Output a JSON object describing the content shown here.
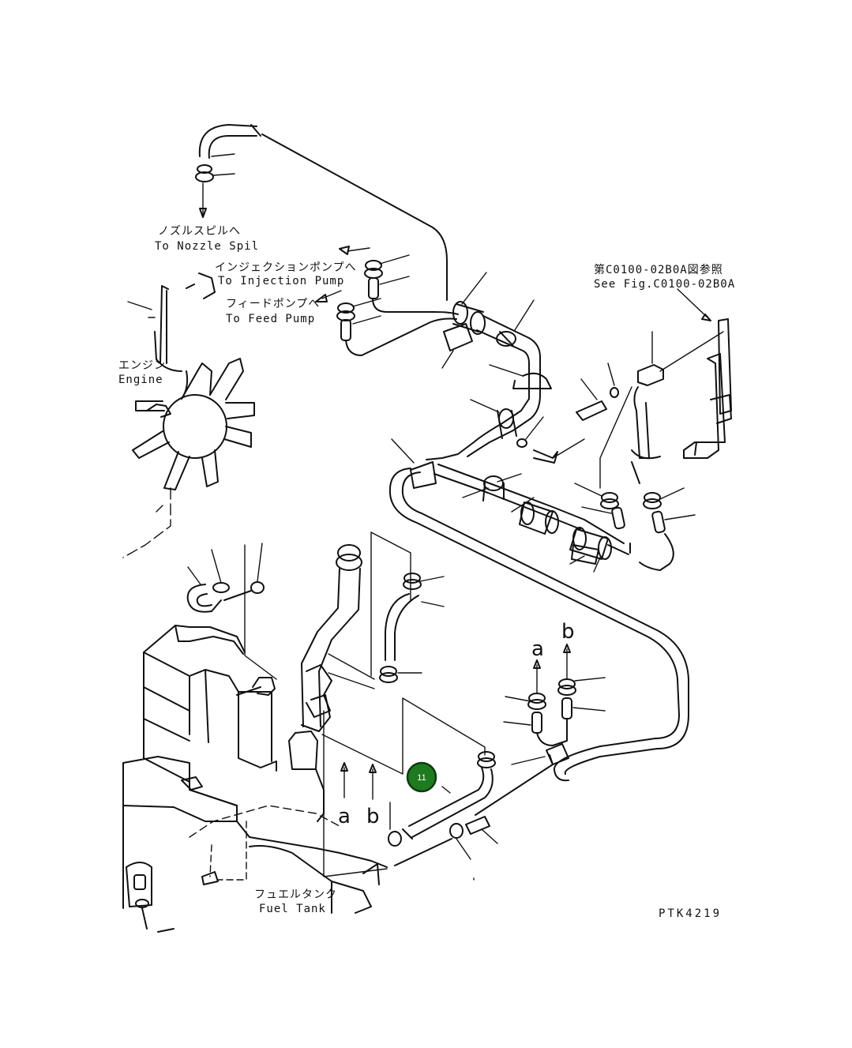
{
  "labels": {
    "nozzle_spill_jp": "ノズルスピルへ",
    "nozzle_spill_en": "To Nozzle Spil",
    "injection_pump_jp": "インジェクションポンプへ",
    "injection_pump_en": "To Injection Pump",
    "feed_pump_jp": "フィードポンプへ",
    "feed_pump_en": "To Feed Pump",
    "engine_jp": "エンジン",
    "engine_en": "Engine",
    "see_fig_jp": "第C0100-02B0A図参照",
    "see_fig_en": "See Fig.C0100-02B0A",
    "fuel_tank_jp": "フュエルタンク",
    "fuel_tank_en": "Fuel Tank",
    "arrow_a_upper": "a",
    "arrow_b_upper": "b",
    "arrow_a_lower": "a",
    "arrow_b_lower": "b",
    "drawing_code": "PTK4219"
  },
  "callout": {
    "number": "11",
    "color": "#1e7a1e"
  }
}
